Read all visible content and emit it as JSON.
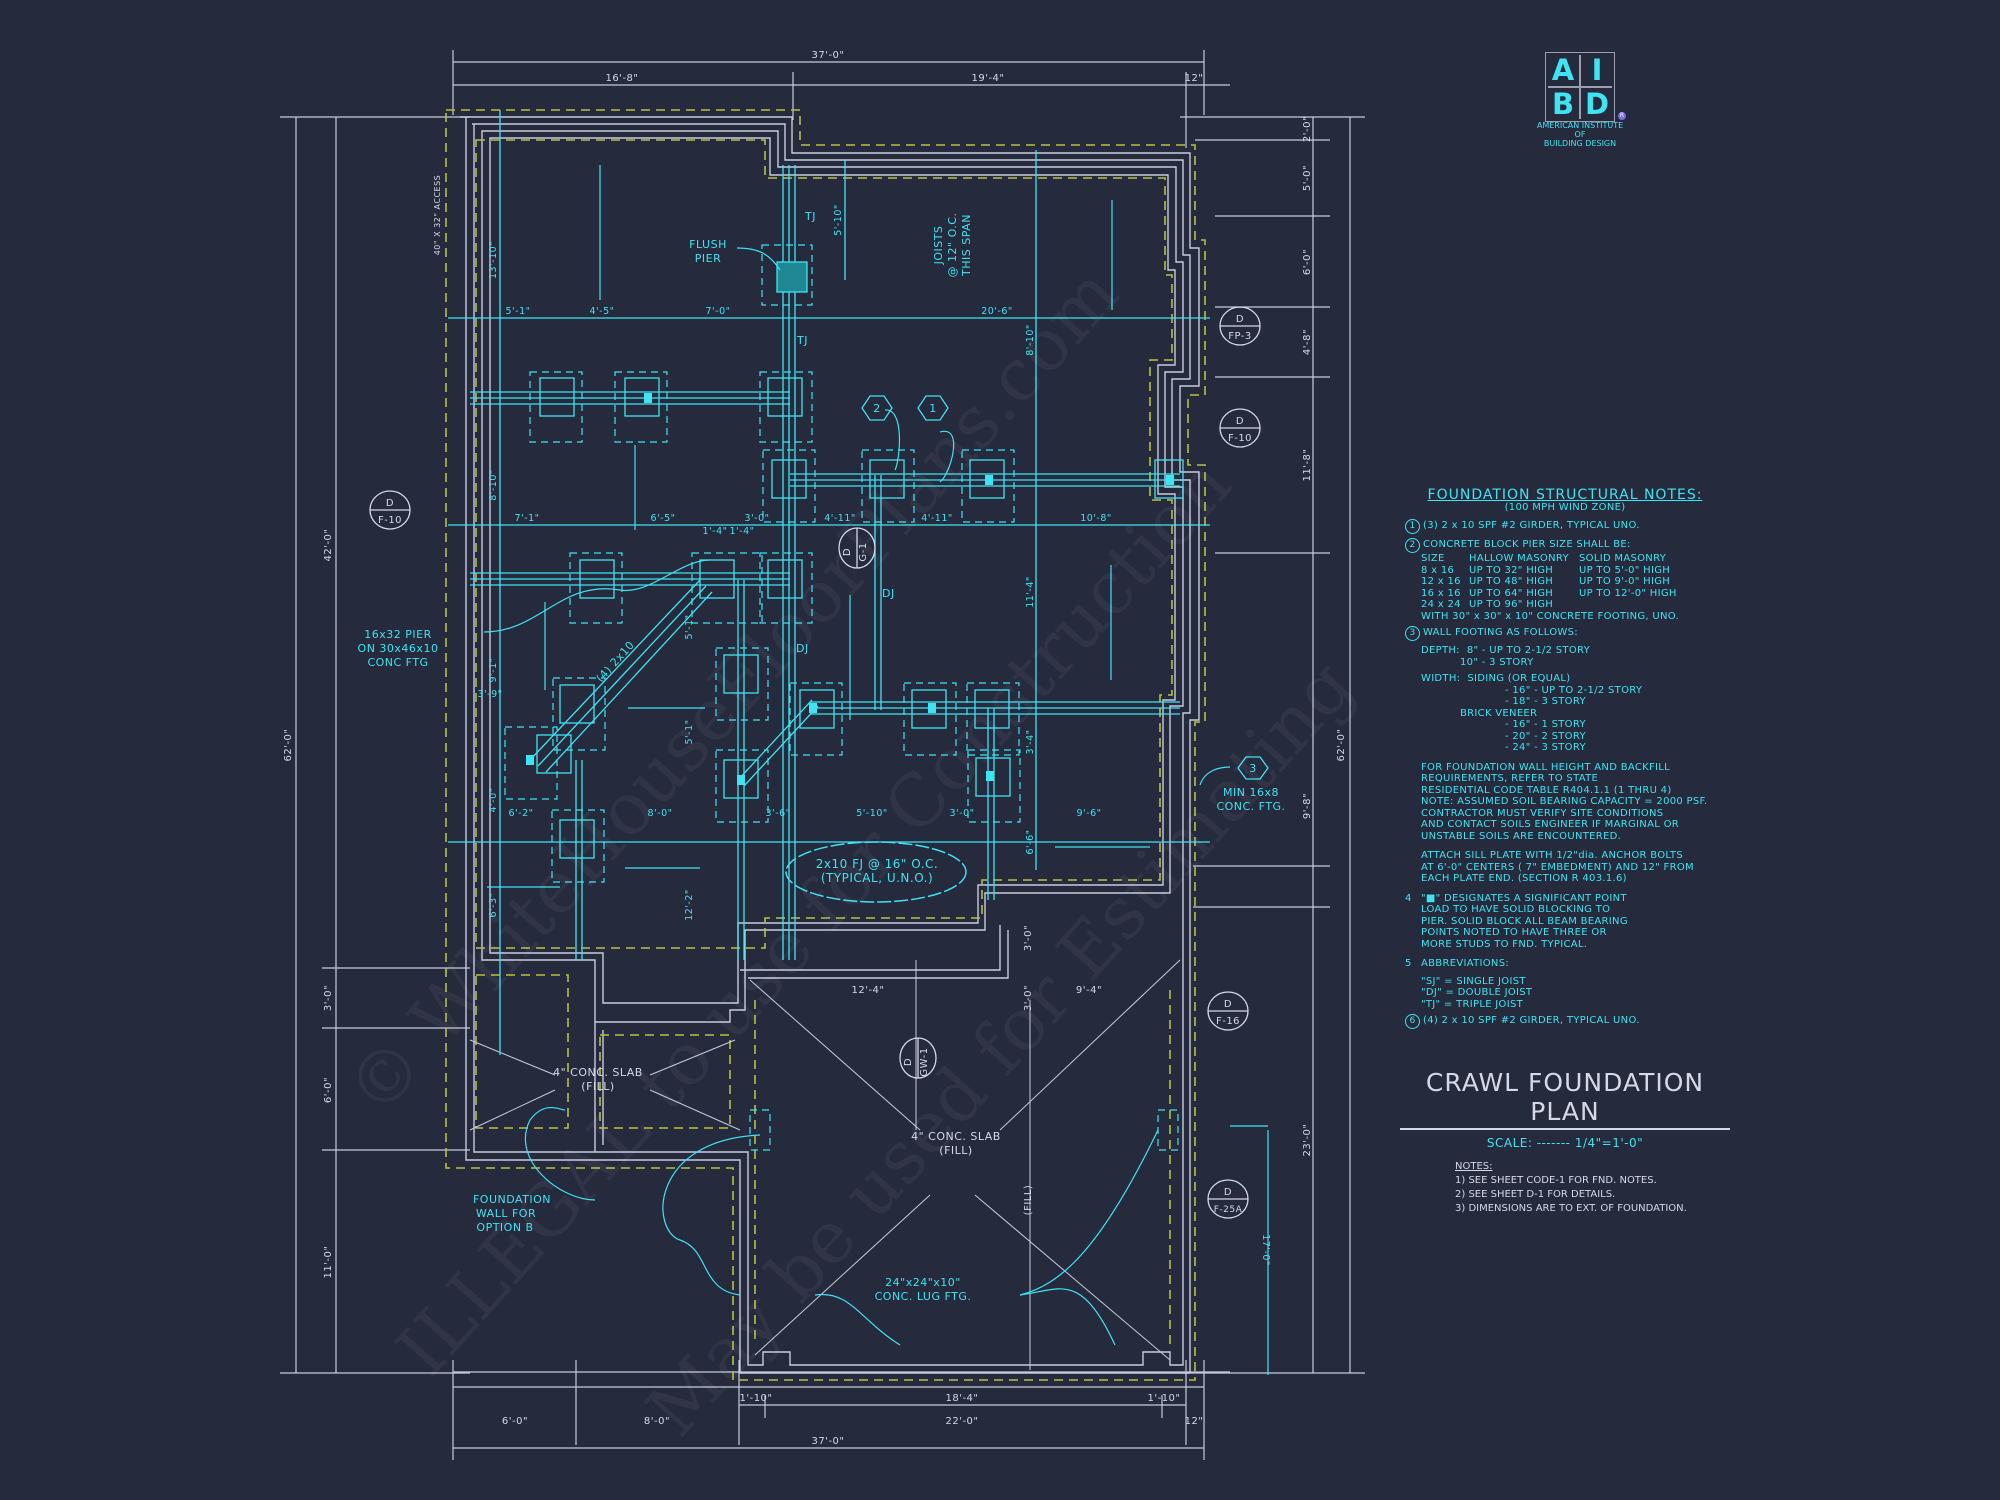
{
  "logo": {
    "letters": [
      "A",
      "I",
      "B",
      "D"
    ],
    "name_line1": "AMERICAN INSTITUTE",
    "name_line2": "OF",
    "name_line3": "BUILDING DESIGN",
    "registered": "R"
  },
  "dimensions": {
    "top_overall": "37'-0\"",
    "top_left": "16'-8\"",
    "top_mid": "19'-4\"",
    "top_right": "12\"",
    "bottom_overall": "37'-0\"",
    "bottom_segments": [
      "6'-0\"",
      "8'-0\"",
      "22'-0\"",
      "12\""
    ],
    "bottom_garage": [
      "1'-10\"",
      "18'-4\"",
      "1'-10\""
    ],
    "left_overall": "62'-0\"",
    "left_segments": [
      "42'-0\"",
      "3'-0\"",
      "6'-0\"",
      "11'-0\""
    ],
    "right_overall": "62'-0\"",
    "right_segments": [
      "2'-0\"",
      "5'-0\"",
      "6'-0\"",
      "4'-8\"",
      "11'-8\"",
      "9'-8\"",
      "23'-0\""
    ],
    "right_inner": "17'-0\"",
    "interior_row1": [
      "5'-1\"",
      "4'-5\"",
      "7'-0\"",
      "20'-6\""
    ],
    "interior_row2": [
      "7'-1\"",
      "6'-5\"",
      "1'-4\"",
      "1'-4\"",
      "3'-0\"",
      "4'-11\"",
      "4'-11\"",
      "10'-8\""
    ],
    "interior_row3": [
      "6'-2\"",
      "8'-0\"",
      "3'-6\"",
      "5'-10\"",
      "3'-0\"",
      "9'-6\""
    ],
    "interior_vertical": [
      "13'-10\"",
      "5'-10\"",
      "8'-10\"",
      "8'-10\"",
      "11'-4\"",
      "9'-1\"",
      "3'-9\"",
      "5'-1\"",
      "5'-1\"",
      "4'-0\"",
      "6'-3\"",
      "12'-2\"",
      "3'-4\"",
      "6'-6\"",
      "3'-0\"",
      "3'-0\""
    ],
    "garage_row": [
      "12'-4\"",
      "9'-4\""
    ]
  },
  "callouts": {
    "access": "40\" X 32\" ACCESS",
    "flush_pier_1": "FLUSH",
    "flush_pier_2": "PIER",
    "tj1": "TJ",
    "tj2": "TJ",
    "dj1": "DJ",
    "dj2": "DJ",
    "joists_1": "JOISTS",
    "joists_2": "@ 12\" O.C.",
    "joists_3": "THIS SPAN",
    "girder_4": "(4) 2x10",
    "pier_1": "16x32 PIER",
    "pier_2": "ON 30x46x10",
    "pier_3": "CONC FTG",
    "fj_1": "2x10 FJ @ 16\" O.C.",
    "fj_2": "(TYPICAL, U.N.O.)",
    "slab_small_1": "4\" CONC. SLAB",
    "slab_small_2": "(FILL)",
    "slab_garage_1": "4\" CONC. SLAB",
    "slab_garage_2": "(FILL)",
    "lug_1": "24\"x24\"x10\"",
    "lug_2": "CONC. LUG FTG.",
    "fwall_1": "FOUNDATION",
    "fwall_2": "WALL FOR",
    "fwall_3": "OPTION B",
    "minftg_1": "MIN 16x8",
    "minftg_2": "CONC. FTG.",
    "hex_1": "1",
    "hex_2": "2",
    "hex_3": "3"
  },
  "section_markers": [
    {
      "top": "D",
      "bottom": "FP-3"
    },
    {
      "top": "D",
      "bottom": "F-10"
    },
    {
      "top": "D",
      "bottom": "F-10"
    },
    {
      "top": "D",
      "bottom": "G-1"
    },
    {
      "top": "D",
      "bottom": "GW-1"
    },
    {
      "top": "D",
      "bottom": "F-16"
    },
    {
      "top": "D",
      "bottom": "F-25A"
    }
  ],
  "structural_notes": {
    "title": "FOUNDATION STRUCTURAL NOTES:",
    "subtitle": "(100 MPH WIND ZONE)",
    "n1": "(3) 2 x 10 SPF #2 GIRDER, TYPICAL UNO.",
    "n2": "CONCRETE BLOCK PIER SIZE SHALL BE:",
    "pier_table": {
      "headers": [
        "SIZE",
        "HALLOW MASONRY",
        "SOLID MASONRY"
      ],
      "rows": [
        [
          "8 x 16",
          "UP TO 32\" HIGH",
          "UP TO 5'-0\" HIGH"
        ],
        [
          "12 x 16",
          "UP TO 48\" HIGH",
          "UP TO 9'-0\" HIGH"
        ],
        [
          "16 x 16",
          "UP TO 64\" HIGH",
          "UP TO 12'-0\" HIGH"
        ],
        [
          "24 x 24",
          "UP TO 96\" HIGH",
          ""
        ]
      ],
      "footer": "WITH 30\" x 30\" x 10\" CONCRETE FOOTING, UNO."
    },
    "n3": "WALL FOOTING AS FOLLOWS:",
    "depth_label": "DEPTH:",
    "depth_1": "8\" - UP TO 2-1/2 STORY",
    "depth_2": "10\" - 3 STORY",
    "width_label": "WIDTH:",
    "width_siding": "SIDING (OR EQUAL)",
    "width_s1": "- 16\" - UP TO 2-1/2 STORY",
    "width_s2": "- 18\" - 3 STORY",
    "width_brick": "BRICK VENEER",
    "width_b1": "- 16\" - 1 STORY",
    "width_b2": "- 20\" - 2 STORY",
    "width_b3": "- 24\" - 3 STORY",
    "para1": [
      "FOR FOUNDATION WALL HEIGHT AND BACKFILL",
      "REQUIREMENTS, REFER TO STATE",
      "RESIDENTIAL CODE TABLE R404.1.1 (1 THRU 4)",
      "NOTE: ASSUMED SOIL BEARING CAPACITY = 2000 PSF.",
      "CONTRACTOR MUST VERIFY SITE CONDITIONS",
      "AND CONTACT SOILS ENGINEER IF MARGINAL OR",
      "UNSTABLE SOILS ARE ENCOUNTERED."
    ],
    "para2": [
      "ATTACH SILL PLATE WITH 1/2\"dia. ANCHOR BOLTS",
      "AT 6'-0\" CENTERS ( 7\" EMBEDMENT) AND 12\" FROM",
      "EACH PLATE END. (SECTION R 403.1.6)"
    ],
    "n4_num": "4",
    "n4": [
      "\"■\" DESIGNATES A SIGNIFICANT POINT",
      "LOAD TO HAVE SOLID BLOCKING TO",
      "PIER. SOLID BLOCK ALL BEAM BEARING",
      "POINTS NOTED TO HAVE THREE OR",
      "MORE STUDS TO FND. TYPICAL."
    ],
    "n5_num": "5",
    "n5": "ABBREVIATIONS:",
    "abbr": [
      "\"SJ\" = SINGLE JOIST",
      "\"DJ\" = DOUBLE JOIST",
      "\"TJ\" = TRIPLE JOIST"
    ],
    "n6": "(4) 2 x 10 SPF #2 GIRDER, TYPICAL UNO."
  },
  "title_block": {
    "title": "CRAWL FOUNDATION PLAN",
    "scale": "SCALE: ------- 1/4\"=1'-0\""
  },
  "general_notes": {
    "header": "NOTES:",
    "items": [
      "1)  SEE SHEET CODE-1 FOR FND. NOTES.",
      "2)  SEE SHEET D-1 FOR DETAILS.",
      "3)  DIMENSIONS ARE TO EXT. OF FOUNDATION."
    ]
  },
  "colors": {
    "background": "#252a3d",
    "cyan": "#3fe3f2",
    "outline": "#c8cbe0",
    "dashed": "#b8c040"
  }
}
